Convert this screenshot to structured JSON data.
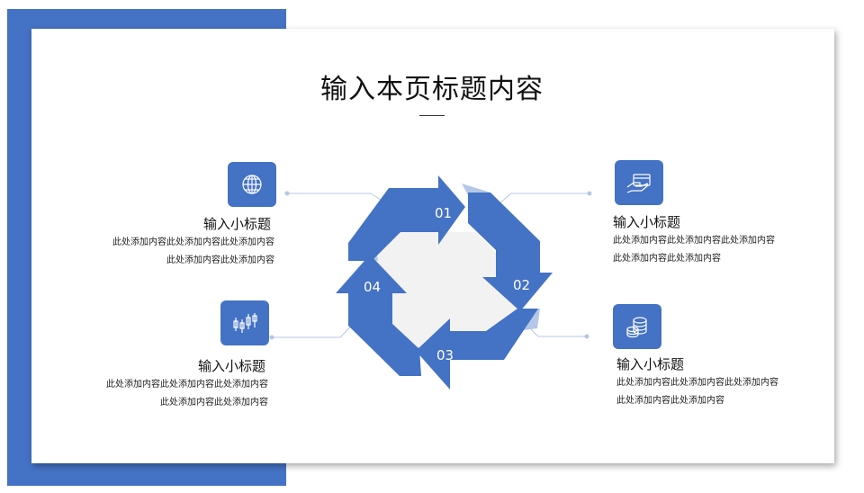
{
  "page": {
    "title": "输入本页标题内容"
  },
  "items": [
    {
      "id": "top-left",
      "icon": "globe-icon",
      "heading": "输入小标题",
      "lines": [
        "此处添加内容此处添加内容此处添加内容",
        "此处添加内容此处添加内容"
      ]
    },
    {
      "id": "bottom-left",
      "icon": "candlestick-chart-icon",
      "heading": "输入小标题",
      "lines": [
        "此处添加内容此处添加内容此处添加内容",
        "此处添加内容此处添加内容"
      ]
    },
    {
      "id": "top-right",
      "icon": "card-in-hand-icon",
      "heading": "输入小标题",
      "lines": [
        "此处添加内容此处添加内容此处添加内容",
        "此处添加内容此处添加内容"
      ]
    },
    {
      "id": "bottom-right",
      "icon": "coins-icon",
      "heading": "输入小标题",
      "lines": [
        "此处添加内容此处添加内容此处添加内容",
        "此处添加内容此处添加内容"
      ]
    }
  ],
  "cycle": {
    "steps": [
      "01",
      "02",
      "03",
      "04"
    ]
  },
  "colors": {
    "primary": "#4472c4",
    "light": "#b4c7e7",
    "panel": "#f2f2f2"
  }
}
